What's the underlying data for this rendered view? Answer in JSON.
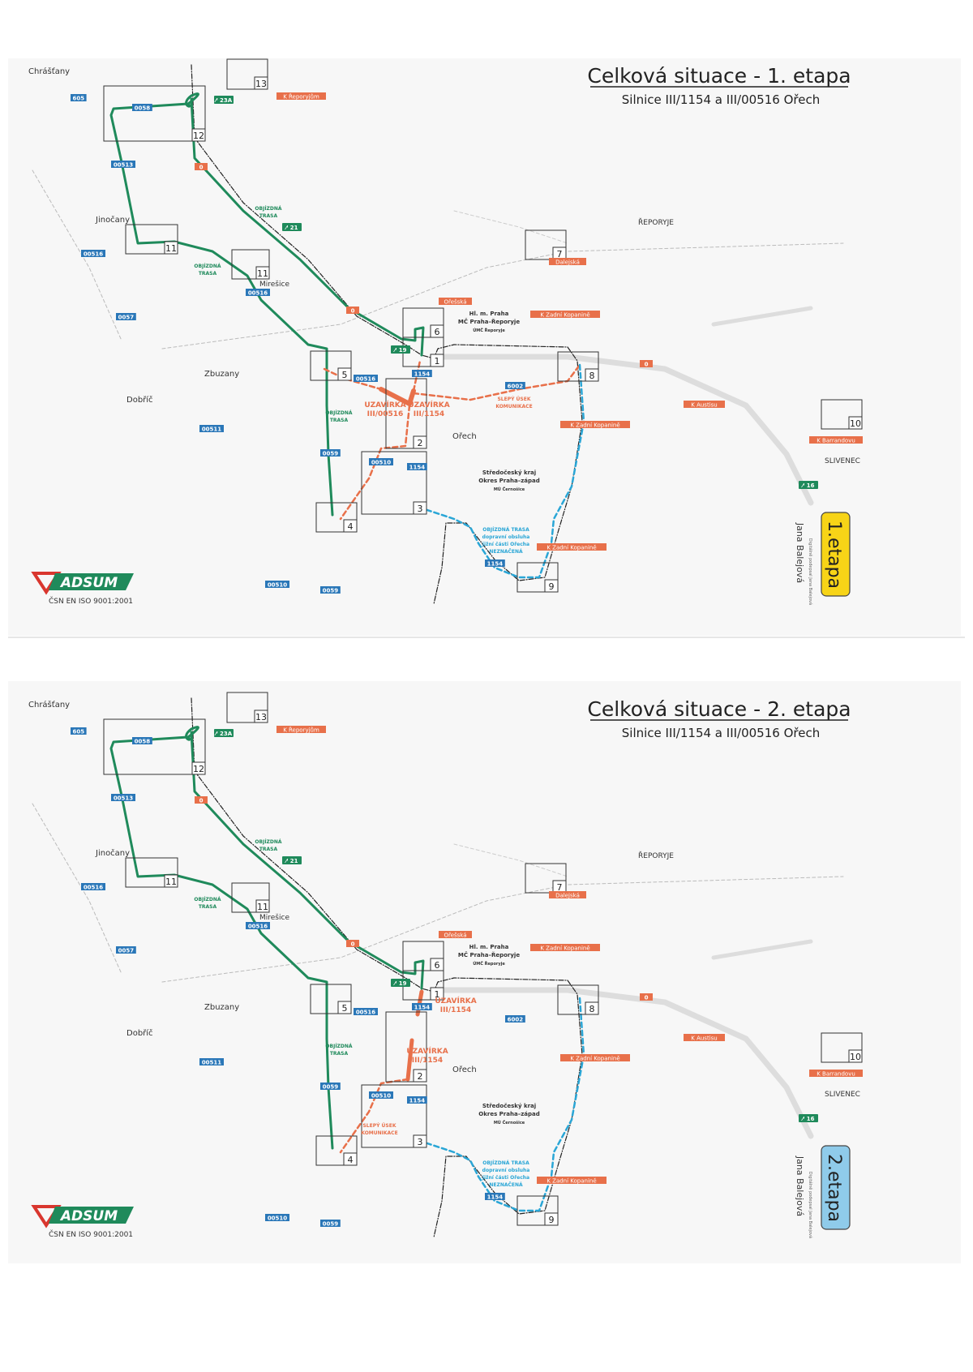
{
  "colors": {
    "detour_green": "#1f8a5b",
    "closure_orange": "#e8704a",
    "service_blue": "#2aa6d6",
    "road_sign_blue": "#2a77b8",
    "d0_red": "#e8704a",
    "stage1_badge": "#f7d417",
    "stage2_badge": "#8fcbea"
  },
  "logo": {
    "name": "ADSUM",
    "cert": "ČSN EN ISO 9001:2001"
  },
  "places": {
    "chrastany": "Chrášťany",
    "jinocany": "Jinočany",
    "miresice": "Mirešice",
    "zbuzany": "Zbuzany",
    "dobric": "Dobříč",
    "reporyje": "ŘEPORYJE",
    "orech": "Ořech",
    "slivenec": "SLIVENEC"
  },
  "admin": {
    "praha": [
      "Hl. m. Praha",
      "MČ Praha–Řeporyje",
      "ÚMČ Řeporyje"
    ],
    "stredocesky": [
      "Středočeský kraj",
      "Okres Praha–západ",
      "MÚ Černošice"
    ]
  },
  "road_signs": {
    "r605": "605",
    "r0058": "0058",
    "r00513": "00513",
    "r00516": "00516",
    "r0057": "0057",
    "r00511": "00511",
    "r0059": "0059",
    "r00510": "00510",
    "r1154": "1154",
    "r6002": "6002",
    "d0": "0"
  },
  "exits": {
    "e23a": "23A",
    "e21": "21",
    "e19": "19",
    "e16": "16"
  },
  "street_labels": {
    "k_reporyjum": "K Řeporyjům",
    "oresska": "Ořešská",
    "k_zadni_kopanine": "K Zadní Kopanině",
    "k_austisu": "K Austisu",
    "k_barrandovu": "K Barrandovu",
    "dalejska": "Dalejská"
  },
  "detour_label": [
    "OBJÍZDNÁ",
    "TRASA"
  ],
  "service_label": [
    "OBJÍZDNÁ TRASA",
    "dopravní obsluha",
    "jižní části Ořecha",
    "NEZNAČENÁ"
  ],
  "dead_end_label": [
    "SLEPÝ ÚSEK",
    "KOMUNIKACE"
  ],
  "signature": {
    "name": "Jana Balejová",
    "note": "Digitálně podepsal Jana Balejová"
  },
  "box_numbers": [
    "1",
    "2",
    "3",
    "4",
    "5",
    "6",
    "7",
    "8",
    "9",
    "10",
    "11",
    "11",
    "12",
    "13"
  ],
  "panels": [
    {
      "title": "Celková situace - 1. etapa",
      "subtitle": "Silnice III/1154 a III/00516 Ořech",
      "stage": "1.etapa",
      "closures": [
        [
          "UZAVÍRKA",
          "III/00516"
        ],
        [
          "UZAVÍRKA",
          "III/1154"
        ]
      ]
    },
    {
      "title": "Celková situace - 2. etapa",
      "subtitle": "Silnice III/1154 a III/00516 Ořech",
      "stage": "2.etapa",
      "closures": [
        [
          "UZAVÍRKA",
          "III/1154"
        ],
        [
          "UZAVÍRKA",
          "III/1154"
        ]
      ]
    }
  ]
}
